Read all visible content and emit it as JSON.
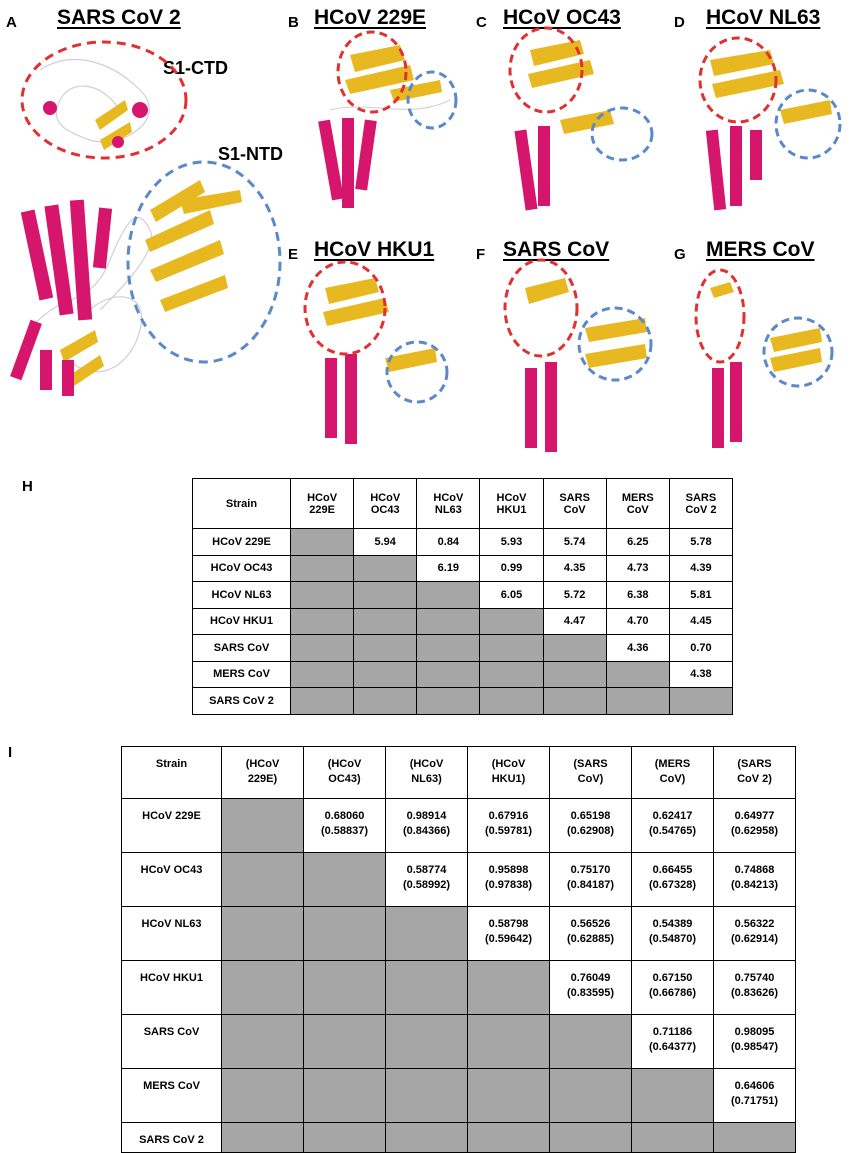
{
  "panels": [
    {
      "letter": "A",
      "title": "SARS CoV 2"
    },
    {
      "letter": "B",
      "title": "HCoV 229E"
    },
    {
      "letter": "C",
      "title": "HCoV OC43"
    },
    {
      "letter": "D",
      "title": "HCoV NL63"
    },
    {
      "letter": "E",
      "title": "HCoV HKU1"
    },
    {
      "letter": "F",
      "title": "SARS CoV"
    },
    {
      "letter": "G",
      "title": "MERS CoV"
    }
  ],
  "annotations": {
    "s1_ctd": "S1-CTD",
    "s1_ntd": "S1-NTD"
  },
  "colors": {
    "helix": "#d6156c",
    "sheet": "#e8b820",
    "coil": "#cfcfd6",
    "ctd_circle": "#e03030",
    "ntd_circle": "#5a88c8",
    "empty_cell": "#a6a6a6"
  },
  "table_h": {
    "letter": "H",
    "corner": "Strain",
    "col_headers": [
      [
        "HCoV",
        "229E"
      ],
      [
        "HCoV",
        "OC43"
      ],
      [
        "HCoV",
        "NL63"
      ],
      [
        "HCoV",
        "HKU1"
      ],
      [
        "SARS",
        "CoV"
      ],
      [
        "MERS",
        "CoV"
      ],
      [
        "SARS",
        "CoV 2"
      ]
    ],
    "rows": [
      {
        "label": "HCoV 229E",
        "cells": [
          "",
          "5.94",
          "0.84",
          "5.93",
          "5.74",
          "6.25",
          "5.78"
        ]
      },
      {
        "label": "HCoV OC43",
        "cells": [
          "",
          "",
          "6.19",
          "0.99",
          "4.35",
          "4.73",
          "4.39"
        ]
      },
      {
        "label": "HCoV NL63",
        "cells": [
          "",
          "",
          "",
          "6.05",
          "5.72",
          "6.38",
          "5.81"
        ]
      },
      {
        "label": "HCoV HKU1",
        "cells": [
          "",
          "",
          "",
          "",
          "4.47",
          "4.70",
          "4.45"
        ]
      },
      {
        "label": "SARS CoV",
        "cells": [
          "",
          "",
          "",
          "",
          "",
          "4.36",
          "0.70"
        ]
      },
      {
        "label": "MERS CoV",
        "cells": [
          "",
          "",
          "",
          "",
          "",
          "",
          "4.38"
        ]
      },
      {
        "label": "SARS CoV 2",
        "cells": [
          "",
          "",
          "",
          "",
          "",
          "",
          ""
        ]
      }
    ]
  },
  "table_i": {
    "letter": "I",
    "corner": "Strain",
    "col_headers": [
      [
        "(HCoV",
        "229E)"
      ],
      [
        "(HCoV",
        "OC43)"
      ],
      [
        "(HCoV",
        "NL63)"
      ],
      [
        "(HCoV",
        "HKU1)"
      ],
      [
        "(SARS",
        "CoV)"
      ],
      [
        "(MERS",
        "CoV)"
      ],
      [
        "(SARS",
        "CoV 2)"
      ]
    ],
    "rows": [
      {
        "label": "HCoV 229E",
        "cells": [
          null,
          [
            "0.68060",
            "(0.58837)"
          ],
          [
            "0.98914",
            "(0.84366)"
          ],
          [
            "0.67916",
            "(0.59781)"
          ],
          [
            "0.65198",
            "(0.62908)"
          ],
          [
            "0.62417",
            "(0.54765)"
          ],
          [
            "0.64977",
            "(0.62958)"
          ]
        ]
      },
      {
        "label": "HCoV OC43",
        "cells": [
          null,
          null,
          [
            "0.58774",
            "(0.58992)"
          ],
          [
            "0.95898",
            "(0.97838)"
          ],
          [
            "0.75170",
            "(0.84187)"
          ],
          [
            "0.66455",
            "(0.67328)"
          ],
          [
            "0.74868",
            "(0.84213)"
          ]
        ]
      },
      {
        "label": "HCoV NL63",
        "cells": [
          null,
          null,
          null,
          [
            "0.58798",
            "(0.59642)"
          ],
          [
            "0.56526",
            "(0.62885)"
          ],
          [
            "0.54389",
            "(0.54870)"
          ],
          [
            "0.56322",
            "(0.62914)"
          ]
        ]
      },
      {
        "label": "HCoV HKU1",
        "cells": [
          null,
          null,
          null,
          null,
          [
            "0.76049",
            "(0.83595)"
          ],
          [
            "0.67150",
            "(0.66786)"
          ],
          [
            "0.75740",
            "(0.83626)"
          ]
        ]
      },
      {
        "label": "SARS CoV",
        "cells": [
          null,
          null,
          null,
          null,
          null,
          [
            "0.71186",
            "(0.64377)"
          ],
          [
            "0.98095",
            "(0.98547)"
          ]
        ]
      },
      {
        "label": "MERS CoV",
        "cells": [
          null,
          null,
          null,
          null,
          null,
          null,
          [
            "0.64606",
            "(0.71751)"
          ]
        ]
      },
      {
        "label": "SARS CoV 2",
        "cells": [
          null,
          null,
          null,
          null,
          null,
          null,
          null
        ]
      }
    ]
  }
}
